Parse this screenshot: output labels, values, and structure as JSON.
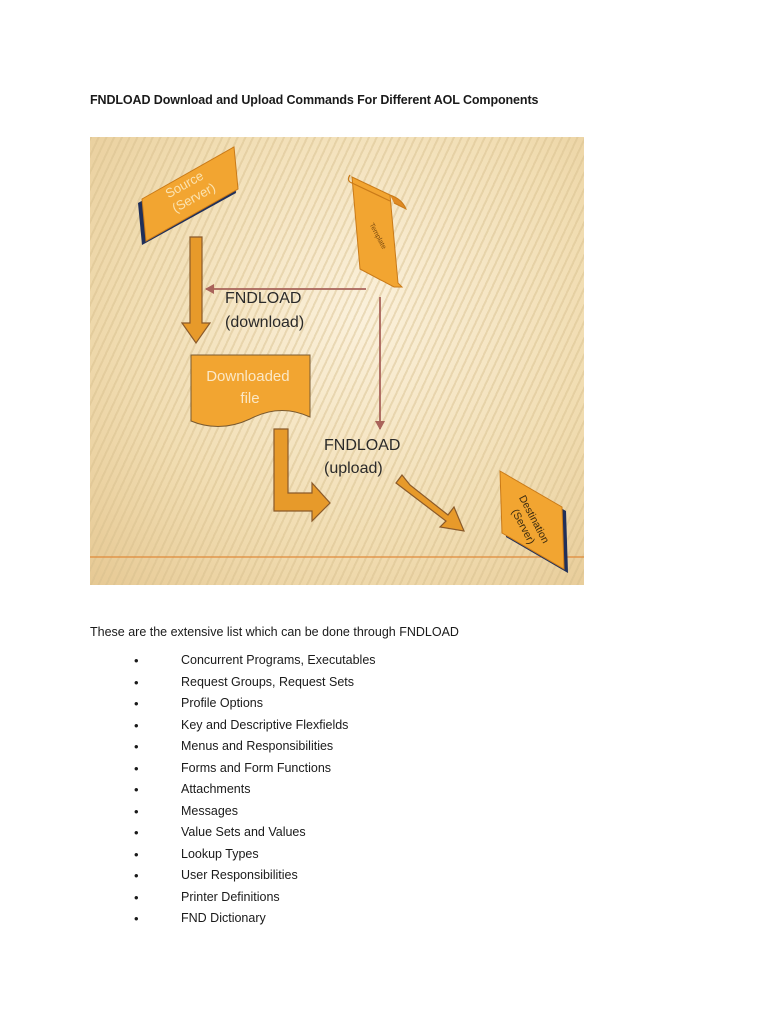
{
  "document": {
    "title": "FNDLOAD Download and Upload Commands For Different AOL Components",
    "intro": "These are the extensive list which can be done through FNDLOAD",
    "bullet_symbol": "•",
    "items": [
      "Concurrent Programs, Executables",
      "Request Groups, Request Sets",
      "Profile Options",
      "Key and Descriptive Flexfields",
      "Menus and Responsibilities",
      "Forms and Form Functions",
      "Attachments",
      "Messages",
      "Value Sets and Values",
      "Lookup Types",
      "User Responsibilities",
      "Printer Definitions",
      "FND Dictionary"
    ]
  },
  "diagram": {
    "source_line1": "Source",
    "source_line2": "(Server)",
    "template": "Template",
    "download_line1": "FNDLOAD",
    "download_line2": "(download)",
    "file_line1": "Downloaded",
    "file_line2": "file",
    "upload_line1": "FNDLOAD",
    "upload_line2": "(upload)",
    "dest_line1": "Destination",
    "dest_line2": "(Server)",
    "colors": {
      "box_orange": "#f2a531",
      "box_edge": "#1f2f5a",
      "arrow_orange": "#e79a2a",
      "thin_arrow": "#a9635a",
      "background": "#f4e3bd"
    }
  }
}
